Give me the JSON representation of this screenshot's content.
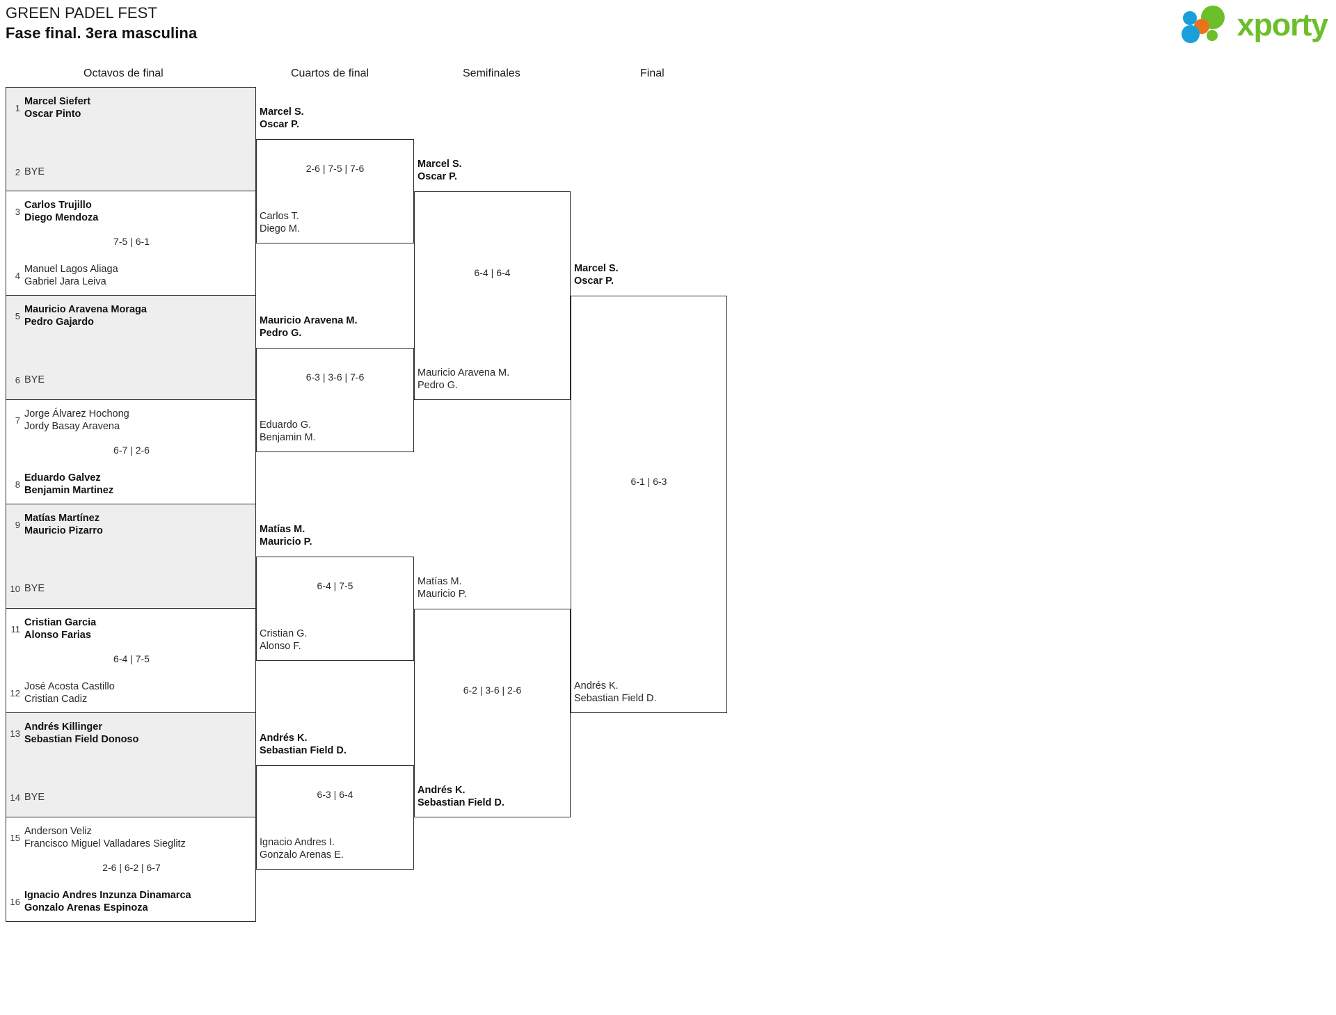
{
  "header": {
    "tournament": "GREEN PADEL FEST",
    "phase": "Fase final. 3era masculina",
    "logo_word": "xporty",
    "logo_colors": {
      "blue": "#19a0db",
      "orange": "#e8731a",
      "green": "#6cbf2b"
    }
  },
  "rounds": [
    {
      "label": "Octavos de final"
    },
    {
      "label": "Cuartos de final"
    },
    {
      "label": "Semifinales"
    },
    {
      "label": "Final"
    }
  ],
  "bracket_data": {
    "type": "single-elimination",
    "size": 16,
    "round1": [
      {
        "shaded": true,
        "score": "",
        "top": {
          "seed": "1",
          "line1": "Marcel Siefert",
          "line2": "Oscar Pinto",
          "winner": true
        },
        "bottom": {
          "seed": "2",
          "line1": "BYE",
          "line2": "",
          "winner": false,
          "bye": true
        }
      },
      {
        "shaded": false,
        "score": "7-5 | 6-1",
        "top": {
          "seed": "3",
          "line1": "Carlos Trujillo",
          "line2": "Diego Mendoza",
          "winner": true
        },
        "bottom": {
          "seed": "4",
          "line1": "Manuel Lagos Aliaga",
          "line2": "Gabriel Jara Leiva",
          "winner": false
        }
      },
      {
        "shaded": true,
        "score": "",
        "top": {
          "seed": "5",
          "line1": "Mauricio Aravena Moraga",
          "line2": "Pedro Gajardo",
          "winner": true
        },
        "bottom": {
          "seed": "6",
          "line1": "BYE",
          "line2": "",
          "winner": false,
          "bye": true
        }
      },
      {
        "shaded": false,
        "score": "6-7 | 2-6",
        "top": {
          "seed": "7",
          "line1": "Jorge Álvarez Hochong",
          "line2": "Jordy Basay Aravena",
          "winner": false
        },
        "bottom": {
          "seed": "8",
          "line1": "Eduardo Galvez",
          "line2": "Benjamin Martinez",
          "winner": true
        }
      },
      {
        "shaded": true,
        "score": "",
        "top": {
          "seed": "9",
          "line1": "Matías Martínez",
          "line2": "Mauricio Pizarro",
          "winner": true
        },
        "bottom": {
          "seed": "10",
          "line1": "BYE",
          "line2": "",
          "winner": false,
          "bye": true
        }
      },
      {
        "shaded": false,
        "score": "6-4 | 7-5",
        "top": {
          "seed": "11",
          "line1": "Cristian Garcia",
          "line2": "Alonso Farias",
          "winner": true
        },
        "bottom": {
          "seed": "12",
          "line1": "José Acosta Castillo",
          "line2": "Cristian Cadiz",
          "winner": false
        }
      },
      {
        "shaded": true,
        "score": "",
        "top": {
          "seed": "13",
          "line1": "Andrés Killinger",
          "line2": "Sebastian Field Donoso",
          "winner": true
        },
        "bottom": {
          "seed": "14",
          "line1": "BYE",
          "line2": "",
          "winner": false,
          "bye": true
        }
      },
      {
        "shaded": false,
        "score": "2-6 | 6-2 | 6-7",
        "top": {
          "seed": "15",
          "line1": "Anderson Veliz",
          "line2": "Francisco Miguel Valladares Sieglitz",
          "winner": false
        },
        "bottom": {
          "seed": "16",
          "line1": "Ignacio Andres Inzunza Dinamarca",
          "line2": "Gonzalo Arenas Espinoza",
          "winner": true
        }
      }
    ],
    "round2": [
      {
        "score": "2-6 | 7-5 | 7-6",
        "top": {
          "line1": "Marcel S.",
          "line2": "Oscar P.",
          "winner": true
        },
        "bottom": {
          "line1": "Carlos T.",
          "line2": "Diego M.",
          "winner": false
        }
      },
      {
        "score": "6-3 | 3-6 | 7-6",
        "top": {
          "line1": "Mauricio Aravena M.",
          "line2": "Pedro G.",
          "winner": true
        },
        "bottom": {
          "line1": "Eduardo G.",
          "line2": "Benjamin M.",
          "winner": false
        }
      },
      {
        "score": "6-4 | 7-5",
        "top": {
          "line1": "Matías M.",
          "line2": "Mauricio P.",
          "winner": true
        },
        "bottom": {
          "line1": "Cristian G.",
          "line2": "Alonso F.",
          "winner": false
        }
      },
      {
        "score": "6-3 | 6-4",
        "top": {
          "line1": "Andrés K.",
          "line2": "Sebastian Field D.",
          "winner": true
        },
        "bottom": {
          "line1": "Ignacio Andres I.",
          "line2": "Gonzalo Arenas E.",
          "winner": false
        }
      }
    ],
    "round3": [
      {
        "score": "6-4 | 6-4",
        "top": {
          "line1": "Marcel S.",
          "line2": "Oscar P.",
          "winner": true
        },
        "bottom": {
          "line1": "Mauricio Aravena M.",
          "line2": "Pedro G.",
          "winner": false
        }
      },
      {
        "score": "6-2 | 3-6 | 2-6",
        "top": {
          "line1": "Matías M.",
          "line2": "Mauricio P.",
          "winner": false
        },
        "bottom": {
          "line1": "Andrés K.",
          "line2": "Sebastian Field D.",
          "winner": true
        }
      }
    ],
    "round4": [
      {
        "score": "6-1 | 6-3",
        "top": {
          "line1": "Marcel S.",
          "line2": "Oscar P.",
          "winner": true
        },
        "bottom": {
          "line1": "Andrés K.",
          "line2": "Sebastian Field D.",
          "winner": false
        }
      }
    ]
  }
}
